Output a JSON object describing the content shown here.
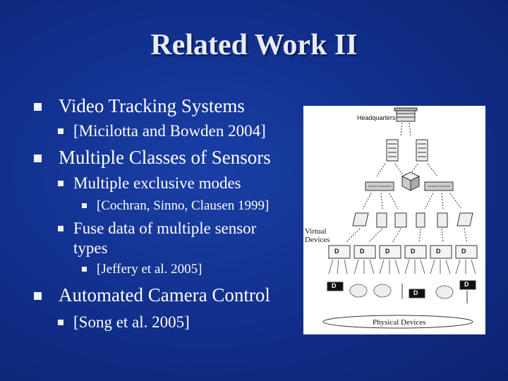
{
  "slide": {
    "title": "Related Work II"
  },
  "bullets": {
    "video_tracking": "Video Tracking Systems",
    "micilotta": "[Micilotta and Bowden 2004]",
    "multiple_classes": "Multiple Classes of Sensors",
    "exclusive_modes": "Multiple exclusive modes",
    "cochran": "[Cochran, Sinno, Clausen 1999]",
    "fuse_data_line1": "Fuse data of multiple sensor",
    "fuse_data_line2": "types",
    "jeffery": "[Jeffery et al. 2005]",
    "automated_camera": "Automated Camera Control",
    "song": "[Song et al. 2005]"
  },
  "figure": {
    "headquarters": "Headquarters",
    "virtual_line1": "Virtual",
    "virtual_line2": "Devices",
    "physical": "Physical Devices",
    "device_letter": "D"
  }
}
